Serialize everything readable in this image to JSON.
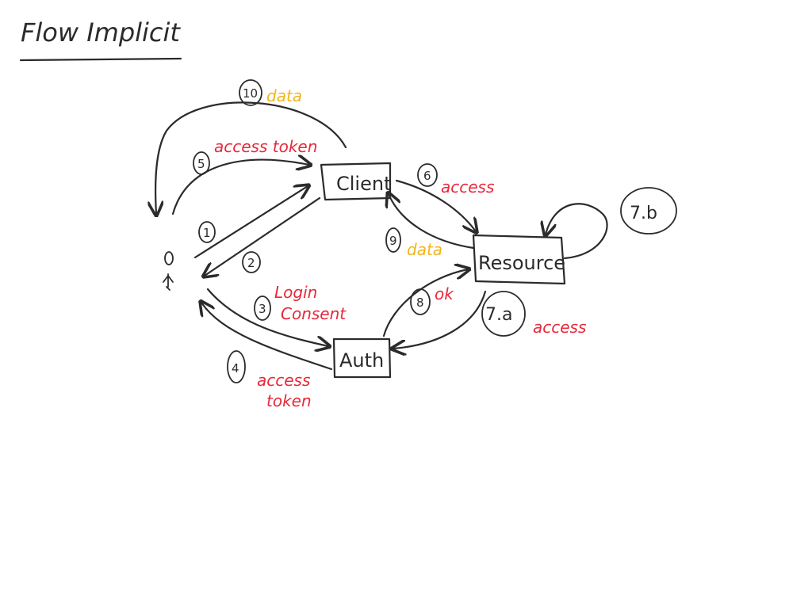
{
  "title": "Flow Implicit",
  "nodes": {
    "client": "Client",
    "resource": "Resource",
    "auth": "Auth"
  },
  "steps": {
    "s1": "1",
    "s2": "2",
    "s3": "3",
    "s4": "4",
    "s5": "5",
    "s6": "6",
    "s7a": "7.a",
    "s7b": "7.b",
    "s8": "8",
    "s9": "9",
    "s10": "10"
  },
  "labels": {
    "s10": "data",
    "s5": "access token",
    "s6": "access",
    "s9": "data",
    "s3_line1": "Login",
    "s3_line2": "Consent",
    "s8": "ok",
    "s7a": "access",
    "s4_line1": "access",
    "s4_line2": "token"
  },
  "colors": {
    "ink": "#2b2b2b",
    "red": "#e8283a",
    "yellow": "#f4b41a"
  }
}
